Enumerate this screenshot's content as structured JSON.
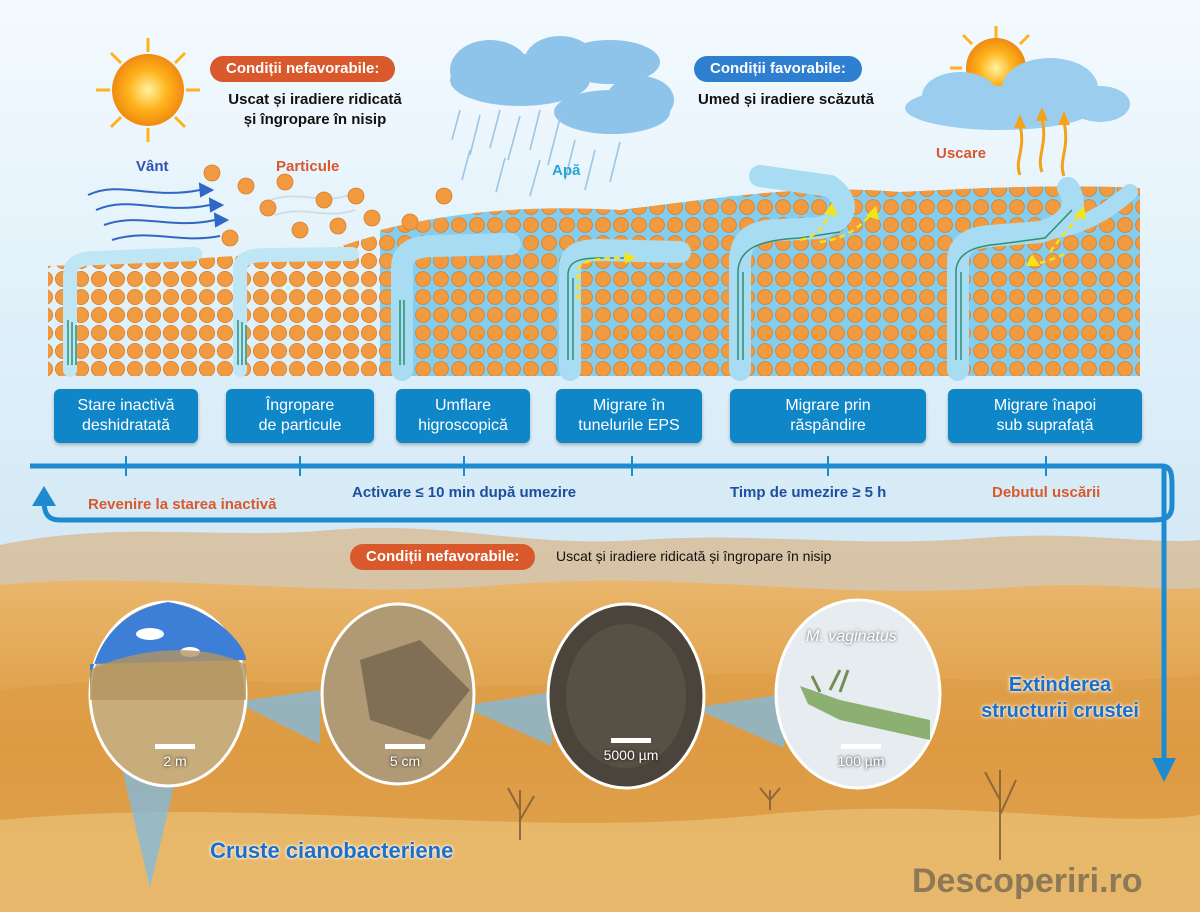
{
  "top": {
    "unfavorable_badge": "Condiții nefavorabile:",
    "unfavorable_text_l1": "Uscat și iradiere ridicată",
    "unfavorable_text_l2": "și îngropare în nisip",
    "favorable_badge": "Condiții favorabile:",
    "favorable_text": "Umed și iradiere scăzută",
    "wind": "Vânt",
    "particles": "Particule",
    "water": "Apă",
    "drying": "Uscare"
  },
  "stages": [
    {
      "l1": "Stare inactivă",
      "l2": "deshidratată"
    },
    {
      "l1": "Îngropare",
      "l2": "de particule"
    },
    {
      "l1": "Umflare",
      "l2": "higroscopică"
    },
    {
      "l1": "Migrare în",
      "l2": "tunelurile EPS"
    },
    {
      "l1": "Migrare prin",
      "l2": "răspândire"
    },
    {
      "l1": "Migrare înapoi",
      "l2": "sub suprafață"
    }
  ],
  "flow": {
    "return": "Revenire la starea inactivă",
    "activation": "Activare ≤ 10 min după umezire",
    "wet_time": "Timp de umezire ≥ 5 h",
    "drying_start": "Debutul uscării"
  },
  "bottom": {
    "unfavorable_badge": "Condiții nefavorabile:",
    "unfavorable_text": "Uscat și iradiere ridicată și îngropare în nisip",
    "species": "M. vaginatus",
    "scale_1": "2 m",
    "scale_2": "5 cm",
    "scale_3": "5000 µm",
    "scale_4": "100 µm",
    "expansion_l1": "Extinderea",
    "expansion_l2": "structurii crustei",
    "crusts": "Cruste cianobacteriene",
    "watermark": "Descoperiri.ro"
  },
  "colors": {
    "sky": "#e6f3fb",
    "sand_grain": "#f29a3f",
    "water": "#8dd0ef",
    "box": "#0f86c8",
    "flow_line": "#1e8ad0",
    "orange_text": "#d9582c",
    "blue_text": "#1d4fa0",
    "desert": "#e3a148"
  }
}
